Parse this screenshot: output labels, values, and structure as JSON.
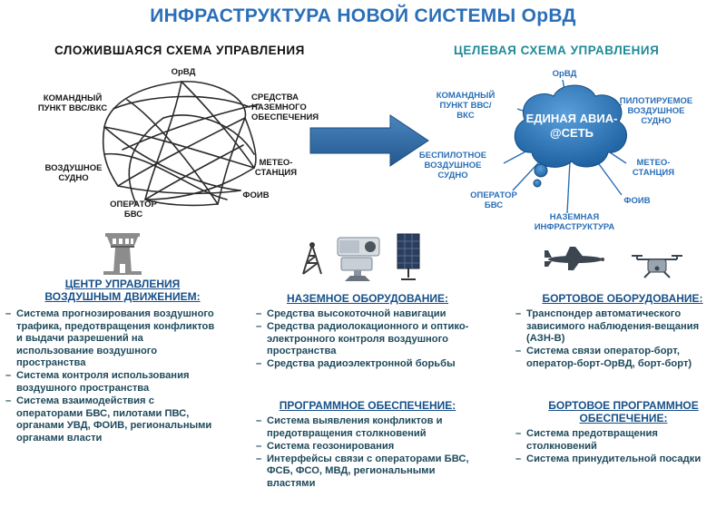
{
  "title": "ИНФРАСТРУКТУРА НОВОЙ СИСТЕМЫ ОрВД",
  "left_scheme": {
    "heading": "СЛОЖИВШАЯСЯ СХЕМА УПРАВЛЕНИЯ",
    "nodes": {
      "orvd": "ОрВД",
      "command": "КОМАНДНЫЙ ПУНКТ ВВС/ВКС",
      "ground": "СРЕДСТВА НАЗЕМНОГО ОБЕСПЕЧЕНИЯ",
      "aircraft": "ВОЗДУШНОЕ СУДНО",
      "meteo": "МЕТЕО-СТАНЦИЯ",
      "operator": "ОПЕРАТОР БВС",
      "foiv": "ФОИВ"
    }
  },
  "right_scheme": {
    "heading": "ЦЕЛЕВАЯ СХЕМА УПРАВЛЕНИЯ",
    "cloud": "ЕДИНАЯ АВИА-@СЕТЬ",
    "nodes": {
      "orvd": "ОрВД",
      "command": "КОМАНДНЫЙ ПУНКТ ВВС/ВКС",
      "piloted": "ПИЛОТИРУЕМОЕ ВОЗДУШНОЕ СУДНО",
      "unmanned": "БЕСПИЛОТНОЕ ВОЗДУШНОЕ СУДНО",
      "meteo": "МЕТЕО-СТАНЦИЯ",
      "operator": "ОПЕРАТОР БВС",
      "foiv": "ФОИВ",
      "ground_infra": "НАЗЕМНАЯ ИНФРАСТРУКТУРА"
    }
  },
  "col1": {
    "title": "ЦЕНТР УПРАВЛЕНИЯ ВОЗДУШНЫМ ДВИЖЕНИЕМ:",
    "items": [
      "Система прогнозирования воздушного трафика, предотвращения конфликтов и выдачи разрешений на использование воздушного пространства",
      "Система контроля использования воздушного пространства",
      "Система взаимодействия с операторами БВС, пилотами ПВС, органами УВД, ФОИВ, региональными органами власти"
    ]
  },
  "col2": {
    "title": "НАЗЕМНОЕ ОБОРУДОВАНИЕ:",
    "items": [
      "Средства высокоточной навигации",
      "Средства радиолокационного и оптико-электронного контроля воздушного пространства",
      "Средства радиоэлектронной борьбы"
    ],
    "title2": "ПРОГРАММНОЕ ОБЕСПЕЧЕНИЕ:",
    "items2": [
      "Система выявления конфликтов и предотвращения столкновений",
      "Система геозонирования",
      "Интерфейсы связи с операторами БВС, ФСБ, ФСО, МВД, региональными властями"
    ]
  },
  "col3": {
    "title": "БОРТОВОЕ ОБОРУДОВАНИЕ:",
    "items": [
      "Транспондер автоматического зависимого наблюдения-вещания (АЗН-В)",
      "Система связи оператор-борт, оператор-борт-ОрВД, борт-борт)"
    ],
    "title2": "БОРТОВОЕ ПРОГРАММНОЕ ОБЕСПЕЧЕНИЕ:",
    "items2": [
      "Система предотвращения столкновений",
      "Система принудительной посадки"
    ]
  },
  "colors": {
    "title": "#2a6fb8",
    "target_heading": "#1f8a98",
    "cloud": "#1e73be",
    "arrow": "#2f6aa0",
    "section_title": "#17508a"
  },
  "icons": [
    "control-tower-icon",
    "radio-mast-icon",
    "radar-camera-icon",
    "solar-panel-icon",
    "uav-plane-icon",
    "quadcopter-icon"
  ]
}
